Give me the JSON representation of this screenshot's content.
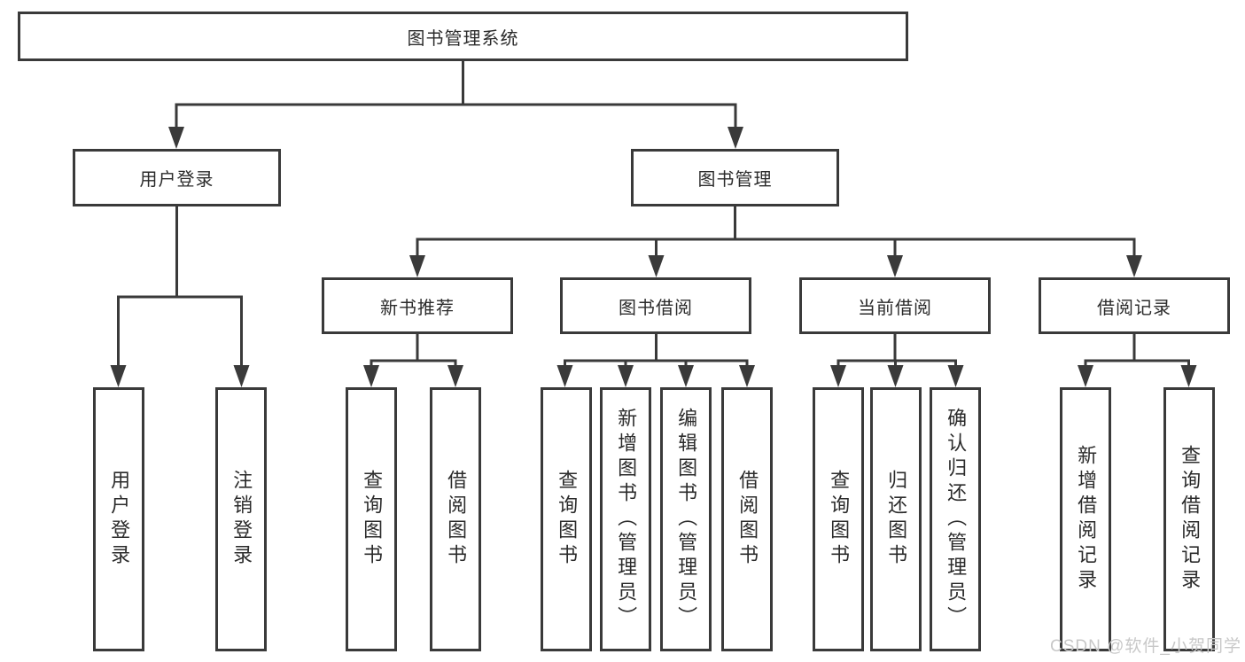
{
  "diagram": {
    "root": "图书管理系统",
    "level2": {
      "user_login": "用户登录",
      "book_management": "图书管理"
    },
    "level3": {
      "new_book_recommendation": "新书推荐",
      "book_borrowing": "图书借阅",
      "current_borrowing": "当前借阅",
      "borrowing_records": "借阅记录"
    },
    "leaves": {
      "user_login": "用户登录",
      "logout": "注销登录",
      "query_books_rec": "查询图书",
      "borrow_books_rec": "借阅图书",
      "query_books_borrow": "查询图书",
      "add_books_admin": "新增图书（管理员）",
      "edit_books_admin": "编辑图书（管理员）",
      "borrow_books": "借阅图书",
      "query_books_current": "查询图书",
      "return_books": "归还图书",
      "confirm_return_admin": "确认归还（管理员）",
      "add_borrow_record": "新增借阅记录",
      "query_borrow_record": "查询借阅记录"
    }
  },
  "watermark": "CSDN @软件_小贺同学",
  "colors": {
    "line": "#3a3a3a",
    "text": "#2b2b2b",
    "watermark": "#c8c8c8",
    "background": "#ffffff"
  }
}
